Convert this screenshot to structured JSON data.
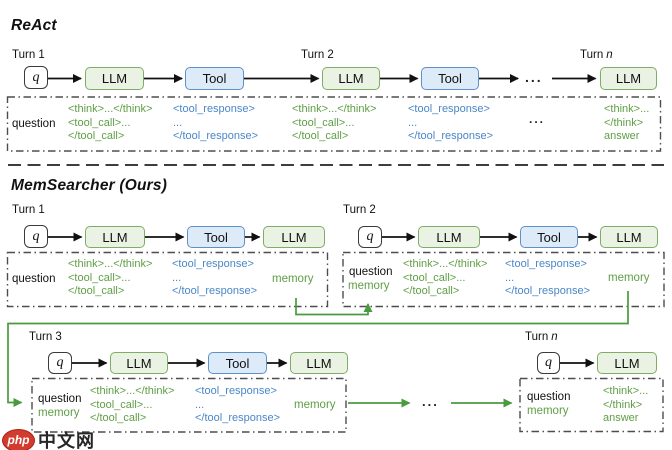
{
  "titles": {
    "react": "ReAct",
    "memsearcher": "MemSearcher (Ours)"
  },
  "turns": {
    "t1": "Turn 1",
    "t2": "Turn 2",
    "t3": "Turn 3",
    "tn_prefix": "Turn",
    "tn_char": "n"
  },
  "nodes": {
    "q": "q",
    "llm": "LLM",
    "tool": "Tool"
  },
  "ellipsis": "...",
  "tokens": {
    "question": "question",
    "memory": "memory",
    "think_pair": "<think>...</think>",
    "tool_call_open": "<tool_call>...",
    "tool_call_close": "</tool_call>",
    "tool_response_open": "<tool_response>",
    "dots": "...",
    "tool_response_close": "</tool_response>",
    "think_open": "<think>...",
    "think_close": "</think>",
    "answer": "answer"
  },
  "colors": {
    "llm_fill": "#e9f2e3",
    "llm_border": "#7fad66",
    "tool_fill": "#ddebf8",
    "tool_border": "#6090c8",
    "green_text": "#5f9e45",
    "blue_text": "#4a86c8",
    "flow_green": "#4a9b3f",
    "ink": "#111111",
    "box_outline": "#4d4d4d",
    "watermark_red": "#d23c2e"
  },
  "watermark": {
    "badge": "php",
    "text": "中文网"
  }
}
